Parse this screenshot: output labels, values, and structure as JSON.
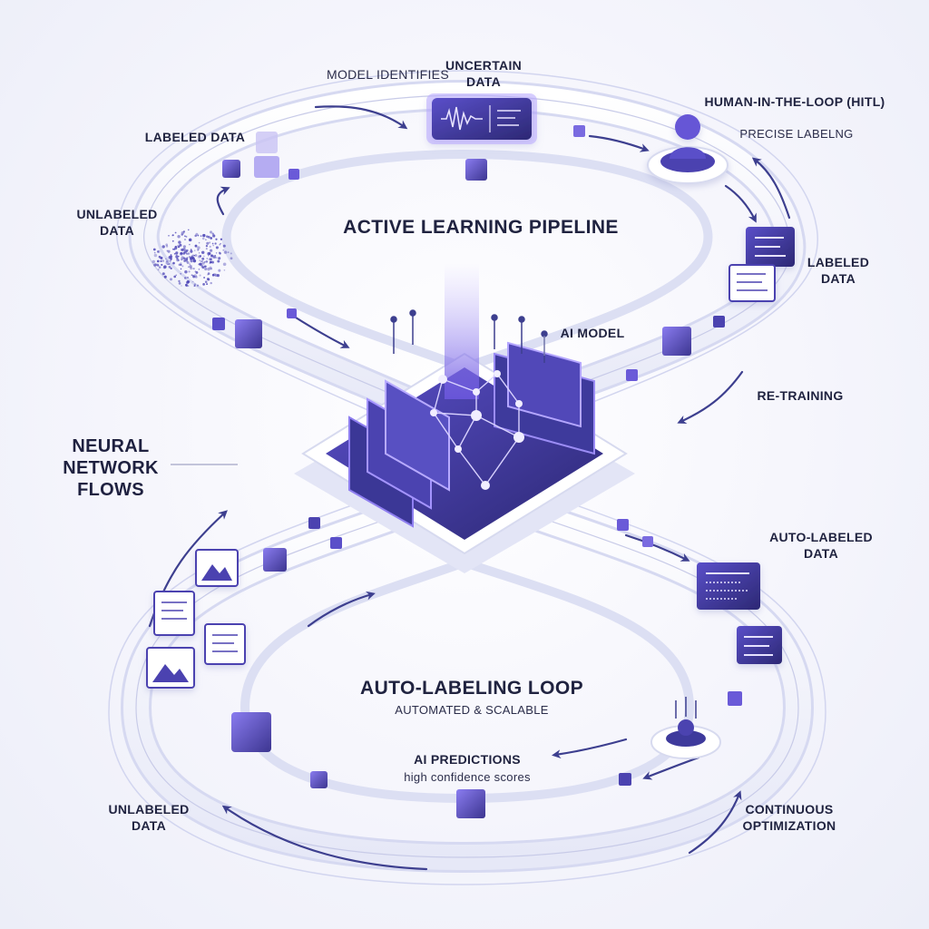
{
  "labels": {
    "model_identifies": "MODEL IDENTIFIES",
    "uncertain_data": "UNCERTAIN DATA",
    "hitl_title": "HUMAN-IN-THE-LOOP (HITL)",
    "hitl_sub": "PRECISE LABELNG",
    "labeled_data_left": "LABELED DATA",
    "unlabeled_data_top": "UNLABELED DATA",
    "labeled_data_right": "LABELED DATA",
    "active_learning": "ACTIVE LEARNING PIPELINE",
    "ai_model": "AI MODEL",
    "re_training": "RE-TRAINING",
    "neural_network_flows": "NEURAL NETWORK FLOWS",
    "auto_labeled_data": "AUTO-LABELED DATA",
    "auto_labeling_loop": "AUTO-LABELING LOOP",
    "auto_labeling_sub": "AUTOMATED & SCALABLE",
    "ai_predictions": "AI PREDICTIONS",
    "ai_predictions_sub": "high confidence scores",
    "unlabeled_data_bottom": "UNLABELED DATA",
    "continuous_optimization": "CONTINUOUS OPTIMIZATION"
  },
  "colors": {
    "primary": "#4b3fb3",
    "violet": "#7a62e6",
    "dark": "#2e2a6e",
    "track": "#d9dcf2",
    "arrow": "#3d3f8f"
  },
  "icons": [
    "monitor-waveform-icon",
    "human-avatar-icon",
    "document-icon",
    "image-icon",
    "data-cube-icon",
    "point-cloud-icon",
    "neural-chip-icon"
  ]
}
